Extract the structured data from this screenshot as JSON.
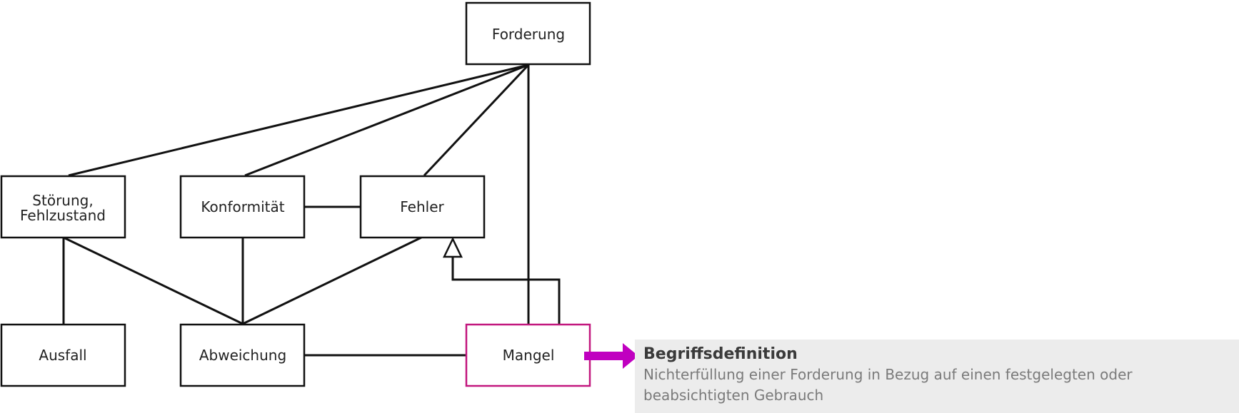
{
  "diagram": {
    "nodes": {
      "forderung": "Forderung",
      "stoerung_line1": "Störung,",
      "stoerung_line2": "Fehlzustand",
      "konformitaet": "Konformität",
      "fehler": "Fehler",
      "ausfall": "Ausfall",
      "abweichung": "Abweichung",
      "mangel": "Mangel"
    },
    "highlight_color": "#c2177e",
    "arrow_color": "#c000c0"
  },
  "definition": {
    "title": "Begriffsdefinition",
    "text": "Nichterfüllung einer Forderung in Bezug auf einen festgelegten oder beabsichtigten Gebrauch"
  }
}
